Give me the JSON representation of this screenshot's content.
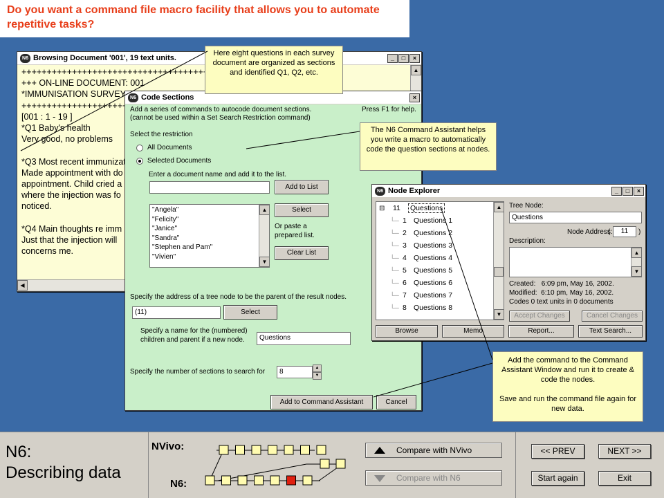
{
  "headline": "Do you want a command file macro facility that allows you to automate repetitive tasks?",
  "browsing_window": {
    "title": "Browsing Document '001', 19 text units.",
    "lines": [
      "++++++++++++++++++++++++++++++++++++++++++++++++++++++++++++",
      "+++ ON-LINE DOCUMENT: 001",
      "*IMMUNISATION SURVEY",
      "++++++++++++++++++++++++++++++",
      "[001 : 1 - 19 ]",
      "*Q1 Baby's health",
      "Very good, no problems",
      "",
      "*Q3 Most recent immunizat",
      "Made appointment with do",
      "appointment. Child cried a",
      "where the injection was fo",
      "noticed.",
      "",
      "*Q4 Main thoughts re imm",
      "Just that the injection will",
      "concerns me."
    ]
  },
  "code_sections": {
    "title": "Code Sections",
    "intro_line1": "Add a series of commands to autocode document sections.",
    "intro_line2": "(cannot be used within a Set Search Restriction command)",
    "help": "Press F1 for help.",
    "restriction_label": "Select the restriction",
    "radio_all": "All Documents",
    "radio_selected": "Selected Documents",
    "enter_doc_label": "Enter a document name and add it to the list.",
    "add_to_list": "Add to List",
    "doc_list": [
      "\"Angela\"",
      "\"Felicity\"",
      "\"Janice\"",
      "\"Sandra\"",
      "\"Stephen and Pam\"",
      "\"Vivien\""
    ],
    "select_btn": "Select",
    "paste_label_1": "Or paste a",
    "paste_label_2": "prepared list.",
    "clear_list": "Clear List",
    "address_label": "Specify the address of a tree node to be the parent of the result nodes.",
    "address_value": "(11)",
    "address_select": "Select",
    "name_label_1": "Specify a name for the (numbered)",
    "name_label_2": "children and parent if a new node.",
    "name_value": "Questions",
    "sections_label": "Specify the number of sections to search for",
    "sections_value": "8",
    "add_to_assistant": "Add to Command Assistant",
    "cancel": "Cancel"
  },
  "node_explorer": {
    "title": "Node Explorer",
    "root": {
      "num": "11",
      "label": "Questions"
    },
    "children": [
      {
        "num": "1",
        "label": "Questions 1"
      },
      {
        "num": "2",
        "label": "Questions 2"
      },
      {
        "num": "3",
        "label": "Questions 3"
      },
      {
        "num": "4",
        "label": "Questions 4"
      },
      {
        "num": "5",
        "label": "Questions 5"
      },
      {
        "num": "6",
        "label": "Questions 6"
      },
      {
        "num": "7",
        "label": "Questions 7"
      },
      {
        "num": "8",
        "label": "Questions 8"
      }
    ],
    "tree_node_label": "Tree Node:",
    "tree_node_value": "Questions",
    "address_label": "Node Address:",
    "address_open": "(",
    "address_value": "11",
    "address_close": ")",
    "description_label": "Description:",
    "created": "Created:   6:09 pm, May 16, 2002.",
    "modified": "Modified:  6:10 pm, May 16, 2002.",
    "codes": "Codes 0 text units in 0 documents",
    "accept_changes": "Accept Changes",
    "cancel_changes": "Cancel Changes",
    "browse": "Browse",
    "memo": "Memo",
    "report": "Report...",
    "text_search": "Text Search..."
  },
  "callouts": {
    "eight_questions": "Here eight questions in each survey document are organized as sections and identified Q1, Q2, etc.",
    "assistant": "The N6 Command Assistant helps you write a macro to automatically code the question sections at nodes.",
    "add_command_1": "Add the command to the Command Assistant Window and run it to create & code the nodes.",
    "add_command_2": "Save and run the command file again for new data."
  },
  "bottom": {
    "title_line1": "N6:",
    "title_line2": "Describing data",
    "nvivo_label": "NVivo:",
    "n6_label": "N6:",
    "compare_nvivo": "Compare with NVivo",
    "compare_n6": "Compare with N6",
    "prev": "<< PREV",
    "next": "NEXT >>",
    "start_again": "Start again",
    "exit": "Exit"
  }
}
